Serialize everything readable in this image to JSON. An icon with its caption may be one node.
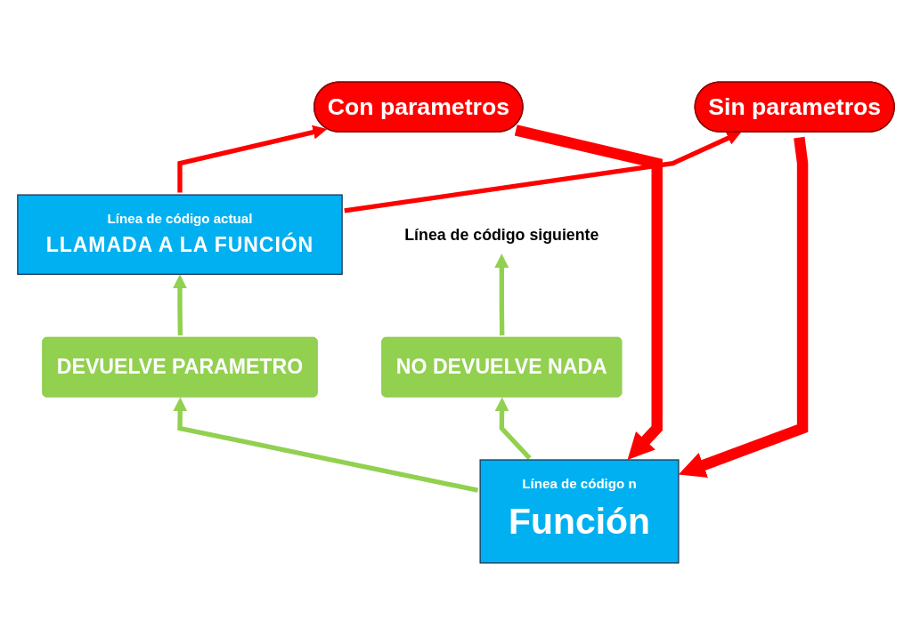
{
  "diagram": {
    "nodes": [
      {
        "text": [
          "Con parametros"
        ]
      },
      {
        "text": [
          "Línea de código actual",
          "LLAMADA A LA FUNCIÓN"
        ]
      },
      {
        "text": [
          "Sin parametros"
        ]
      },
      {
        "text": [
          "Línea de código siguiente"
        ]
      },
      {
        "text": [
          "DEVUELVE PARAMETRO"
        ]
      },
      {
        "text": [
          "NO DEVUELVE NADA"
        ]
      },
      {
        "text": [
          "Línea de código n",
          "Función"
        ]
      }
    ],
    "edges": [
      {
        "from": 1,
        "to": 0,
        "arrow": "to",
        "color": "#ff0000"
      },
      {
        "from": 1,
        "to": 2,
        "arrow": "to",
        "color": "#ff0000"
      },
      {
        "from": 0,
        "to": 6,
        "arrow": "to",
        "style": "thick",
        "color": "#ff0000"
      },
      {
        "from": 2,
        "to": 6,
        "arrow": "to",
        "style": "thick",
        "color": "#ff0000"
      },
      {
        "from": 6,
        "to": 4,
        "arrow": "to",
        "color": "#92d050"
      },
      {
        "from": 4,
        "to": 1,
        "arrow": "to",
        "color": "#92d050"
      },
      {
        "from": 6,
        "to": 5,
        "arrow": "to",
        "color": "#92d050"
      },
      {
        "from": 5,
        "to": 3,
        "arrow": "to",
        "color": "#92d050"
      }
    ]
  }
}
